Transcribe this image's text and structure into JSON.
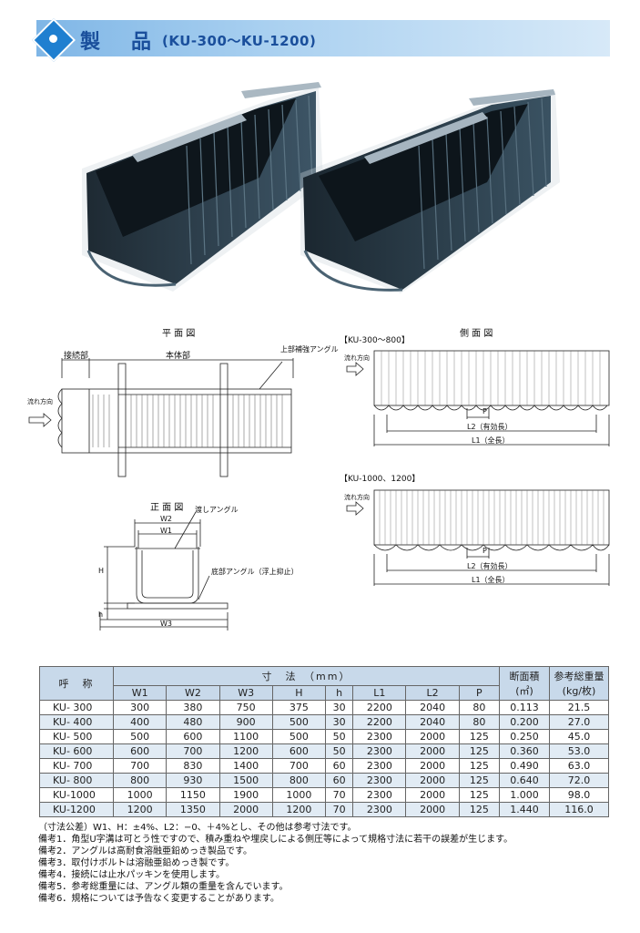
{
  "header": {
    "title": "製　品",
    "subtitle": "(KU-300〜KU-1200)"
  },
  "diagrams": {
    "plan_title": "平 面 図",
    "side_title": "側 面 図",
    "front_title": "正 面 図",
    "joint_label": "接続部",
    "body_label": "本体部",
    "top_angle_label": "上部補強アングル",
    "flow_label": "流れ方向",
    "side_range_a": "【KU-300〜800】",
    "side_range_b": "【KU-1000、1200】",
    "p_label": "P",
    "l2_label": "L2（有効長）",
    "l1_label": "L1（全長）",
    "w1_label": "W1",
    "w2_label": "W2",
    "w3_label": "W3",
    "h_label": "H",
    "h_small_label": "h",
    "tie_angle_label": "渡しアングル",
    "bottom_angle_label": "底部アングル（浮上抑止）"
  },
  "table": {
    "name_header": "呼　称",
    "dim_header": "寸　法　（mm）",
    "area_header": "断面積",
    "area_unit": "(㎡)",
    "weight_header": "参考総重量",
    "weight_unit": "(kg/枚)",
    "columns": [
      "W1",
      "W2",
      "W3",
      "H",
      "h",
      "L1",
      "L2",
      "P"
    ],
    "rows": [
      [
        "KU-  300",
        "300",
        "380",
        "750",
        "375",
        "30",
        "2200",
        "2040",
        "80",
        "0.113",
        "21.5"
      ],
      [
        "KU-  400",
        "400",
        "480",
        "900",
        "500",
        "30",
        "2200",
        "2040",
        "80",
        "0.200",
        "27.0"
      ],
      [
        "KU-  500",
        "500",
        "600",
        "1100",
        "500",
        "50",
        "2300",
        "2000",
        "125",
        "0.250",
        "45.0"
      ],
      [
        "KU-  600",
        "600",
        "700",
        "1200",
        "600",
        "50",
        "2300",
        "2000",
        "125",
        "0.360",
        "53.0"
      ],
      [
        "KU-  700",
        "700",
        "830",
        "1400",
        "700",
        "60",
        "2300",
        "2000",
        "125",
        "0.490",
        "63.0"
      ],
      [
        "KU-  800",
        "800",
        "930",
        "1500",
        "800",
        "60",
        "2300",
        "2000",
        "125",
        "0.640",
        "72.0"
      ],
      [
        "KU-1000",
        "1000",
        "1150",
        "1900",
        "1000",
        "70",
        "2300",
        "2000",
        "125",
        "1.000",
        "98.0"
      ],
      [
        "KU-1200",
        "1200",
        "1350",
        "2000",
        "1200",
        "70",
        "2300",
        "2000",
        "125",
        "1.440",
        "116.0"
      ]
    ]
  },
  "notes": [
    "（寸法公差）W1、H：±4%、L2：−0、＋4%とし、その他は参考寸法です。",
    "備考1．角型U字溝は可とう性ですので、積み重ねや埋戻しによる側圧等によって規格寸法に若干の誤差が生じます。",
    "備考2．アングルは高耐食溶融亜鉛めっき製品です。",
    "備考3．取付けボルトは溶融亜鉛めっき製です。",
    "備考4．接続には止水パッキンを使用します。",
    "備考5．参考総重量には、アングル類の重量を含んでいます。",
    "備考6．規格については予告なく変更することがあります。"
  ],
  "colors": {
    "header_blue": "#1a4f9c",
    "table_header": "#c8d9ea",
    "table_stripe": "#e1ebf4"
  }
}
